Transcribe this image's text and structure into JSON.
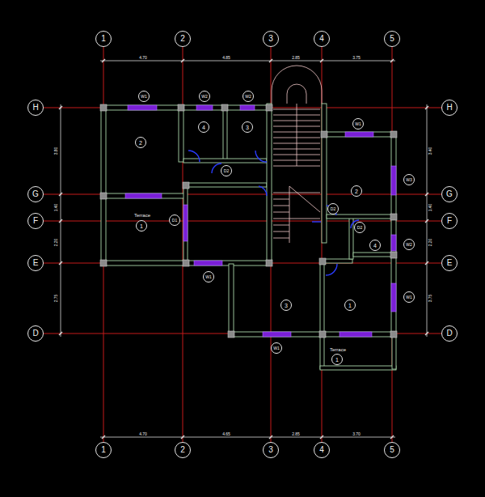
{
  "diagram": {
    "nodes": [
      {
        "text": [
          "1"
        ]
      },
      {
        "text": [
          "2"
        ]
      },
      {
        "text": [
          "3"
        ]
      },
      {
        "text": [
          "4"
        ]
      },
      {
        "text": [
          "5"
        ]
      },
      {
        "text": [
          "H"
        ]
      },
      {
        "text": [
          "G"
        ]
      },
      {
        "text": [
          "F"
        ]
      },
      {
        "text": [
          "E"
        ]
      },
      {
        "text": [
          "D"
        ]
      },
      {
        "text": [
          "H"
        ]
      },
      {
        "text": [
          "G"
        ]
      },
      {
        "text": [
          "F"
        ]
      },
      {
        "text": [
          "E"
        ]
      },
      {
        "text": [
          "D"
        ]
      },
      {
        "text": [
          "2"
        ]
      },
      {
        "text": [
          "4"
        ]
      },
      {
        "text": [
          "3"
        ]
      },
      {
        "text": [
          "1"
        ]
      },
      {
        "text": [
          "3"
        ]
      },
      {
        "text": [
          "1"
        ]
      },
      {
        "text": [
          "2"
        ]
      },
      {
        "text": [
          "4"
        ]
      },
      {
        "text": [
          "1"
        ]
      },
      {
        "text": [
          "W1"
        ]
      },
      {
        "text": [
          "W2"
        ]
      },
      {
        "text": [
          "W2"
        ]
      },
      {
        "text": [
          "W1"
        ]
      },
      {
        "text": [
          "W3"
        ]
      },
      {
        "text": [
          "W2"
        ]
      },
      {
        "text": [
          "W1"
        ]
      },
      {
        "text": [
          "W1"
        ]
      },
      {
        "text": [
          "W1"
        ]
      },
      {
        "text": [
          "D2"
        ]
      },
      {
        "text": [
          "D1"
        ]
      },
      {
        "text": [
          "D2"
        ]
      },
      {
        "text": [
          "D2"
        ]
      },
      {
        "text": [
          "1"
        ]
      },
      {
        "text": [
          "2"
        ]
      },
      {
        "text": [
          "3"
        ]
      },
      {
        "text": [
          "4"
        ]
      },
      {
        "text": [
          "5"
        ]
      }
    ],
    "labels": [
      "4.70",
      "4.85",
      "2.85",
      "3.75",
      "3.80",
      "1.40",
      "2.20",
      "2.75",
      "3.40",
      "1.40",
      "2.20",
      "3.75",
      "4.70",
      "4.65",
      "2.85",
      "3.70",
      "Terrace",
      "Terrace"
    ]
  }
}
